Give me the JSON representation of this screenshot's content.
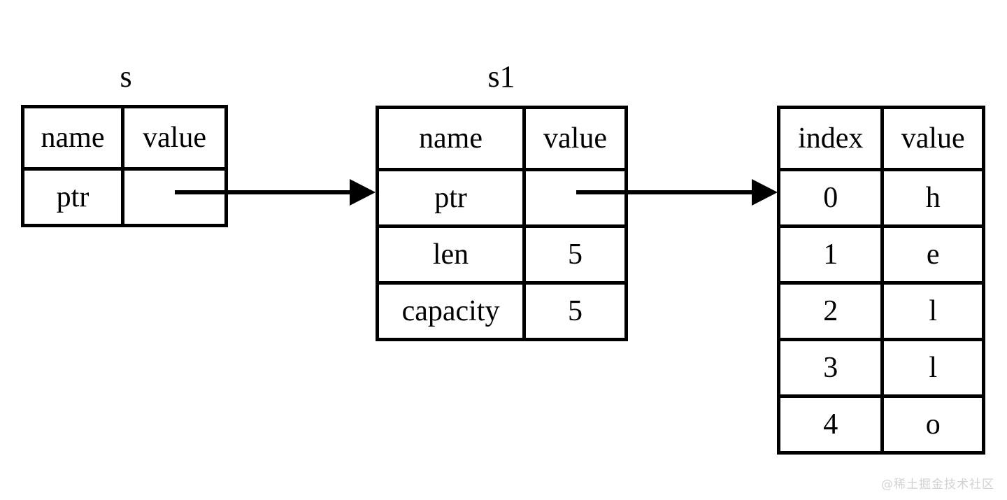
{
  "diagram": {
    "title_s": "s",
    "title_s1": "s1",
    "watermark": "@稀土掘金技术社区",
    "stroke_color": "#000000",
    "background_color": "#ffffff",
    "watermark_color": "#d2d2d2"
  },
  "table_s": {
    "label": "s",
    "headers": [
      "name",
      "value"
    ],
    "rows": [
      {
        "name": "ptr",
        "value": ""
      }
    ]
  },
  "table_s1": {
    "label": "s1",
    "headers": [
      "name",
      "value"
    ],
    "rows": [
      {
        "name": "ptr",
        "value": ""
      },
      {
        "name": "len",
        "value": "5"
      },
      {
        "name": "capacity",
        "value": "5"
      }
    ]
  },
  "table_heap": {
    "headers": [
      "index",
      "value"
    ],
    "rows": [
      {
        "index": "0",
        "value": "h"
      },
      {
        "index": "1",
        "value": "e"
      },
      {
        "index": "2",
        "value": "l"
      },
      {
        "index": "3",
        "value": "l"
      },
      {
        "index": "4",
        "value": "o"
      }
    ]
  },
  "arrows": [
    {
      "name": "s-ptr-to-s1",
      "from": "table-s.ptr.value",
      "to": "table-s1.left-edge"
    },
    {
      "name": "s1-ptr-to-heap",
      "from": "table-s1.ptr.value",
      "to": "table-heap.left-edge"
    }
  ]
}
